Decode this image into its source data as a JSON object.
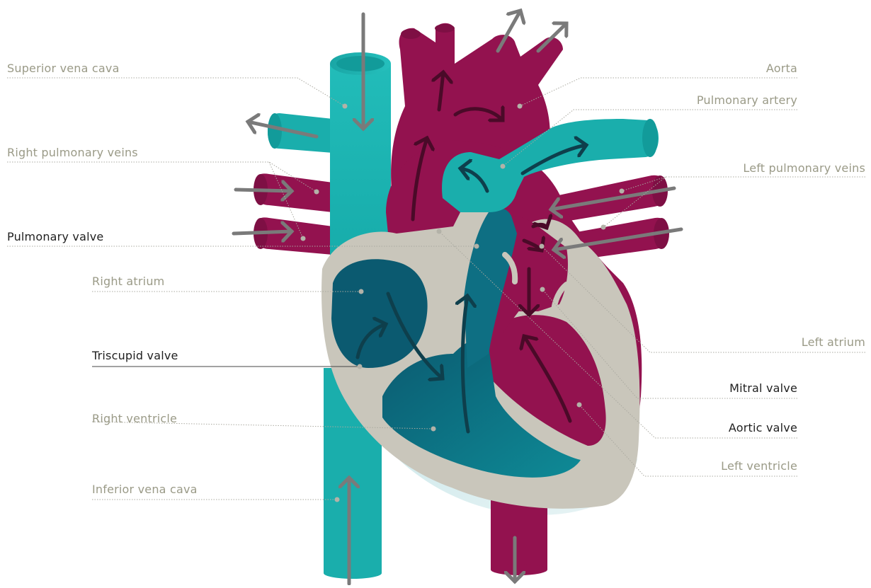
{
  "colors": {
    "teal": "#1eb3b1",
    "teal_dark": "#0f9b9c",
    "teal_deep": "#0b6f80",
    "maroon": "#93124f",
    "maroon_dark": "#6e0d3a",
    "wall": "#c9c6bb",
    "arrow_grey": "#7a7a7a",
    "arrow_dark": "#5b0a2f",
    "arrow_teal_dark": "#0e3f4c",
    "label_muted": "#9a9a87",
    "label_dark": "#1f1f1f"
  },
  "labels": {
    "superior_vena_cava": "Superior vena cava",
    "right_pulmonary_veins": "Right pulmonary veins",
    "pulmonary_valve": "Pulmonary valve",
    "right_atrium": "Right atrium",
    "triscupid_valve": "Triscupid valve",
    "right_ventricle": "Right ventricle",
    "inferior_vena_cava": "Inferior vena cava",
    "aorta": "Aorta",
    "pulmonary_artery": "Pulmonary artery",
    "left_pulmonary_veins": "Left pulmonary veins",
    "left_atrium": "Left atrium",
    "mitral_valve": "Mitral valve",
    "aortic_valve": "Aortic valve",
    "left_ventricle": "Left ventricle"
  }
}
